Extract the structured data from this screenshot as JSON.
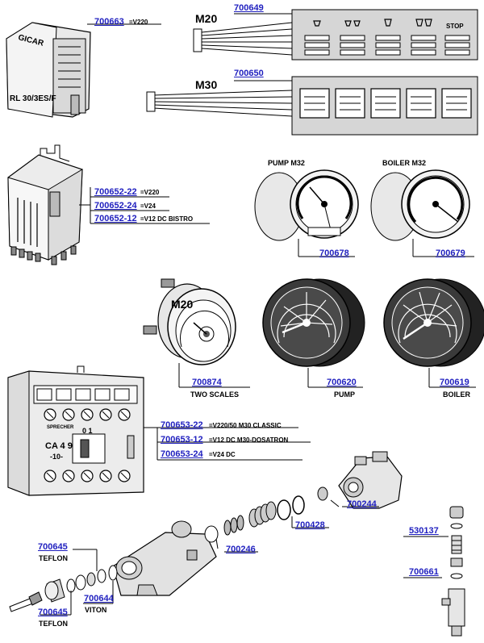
{
  "parts": {
    "p700663": {
      "code": "700663",
      "note": "=V220"
    },
    "p700649": {
      "code": "700649"
    },
    "p700650": {
      "code": "700650"
    },
    "p700652_22": {
      "code": "700652-22",
      "note": "=V220"
    },
    "p700652_24": {
      "code": "700652-24",
      "note": "=V24"
    },
    "p700652_12": {
      "code": "700652-12",
      "note": "=V12 DC BISTRO"
    },
    "p700678": {
      "code": "700678"
    },
    "p700679": {
      "code": "700679"
    },
    "p700874": {
      "code": "700874",
      "caption": "TWO SCALES"
    },
    "p700620": {
      "code": "700620",
      "caption": "PUMP"
    },
    "p700619": {
      "code": "700619",
      "caption": "BOILER"
    },
    "p700653_22": {
      "code": "700653-22",
      "note": "=V220/50 M30 CLASSIC"
    },
    "p700653_12": {
      "code": "700653-12",
      "note": "=V12 DC M30-DOSATRON"
    },
    "p700653_24": {
      "code": "700653-24",
      "note": "=V24 DC"
    },
    "p700244": {
      "code": "700244"
    },
    "p700428": {
      "code": "700428"
    },
    "p700246": {
      "code": "700246"
    },
    "p530137": {
      "code": "530137"
    },
    "p700661": {
      "code": "700661"
    },
    "p700645_top": {
      "code": "700645",
      "caption": "TEFLON"
    },
    "p700645_bottom": {
      "code": "700645",
      "caption": "TEFLON"
    },
    "p700644": {
      "code": "700644",
      "caption": "VITON"
    }
  },
  "titles": {
    "m20_panel": "M20",
    "m30_panel": "M30",
    "pump_m32": "PUMP M32",
    "boiler_m32": "BOILER M32"
  },
  "faces": {
    "gicar_brand": "GICAR",
    "gicar_model": "RL 30/3ES/F",
    "stop_label": "STOP",
    "gauge_m20": "M20",
    "contactor_brand": "SPRECHER",
    "contactor_model": "CA 4 9",
    "contactor_sub": "-10-",
    "contactor_switch": "0 1"
  },
  "colors": {
    "link": "#1f1fbf",
    "panel": "#d6d6d6",
    "line": "#000000"
  }
}
